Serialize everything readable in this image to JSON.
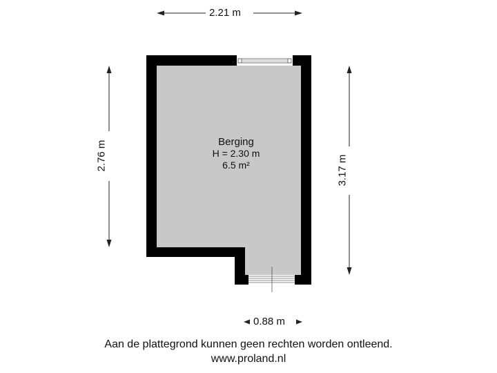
{
  "dimensions": {
    "top_width": "2.21 m",
    "left_height": "2.76 m",
    "right_height": "3.17 m",
    "bottom_width": "0.88 m"
  },
  "room": {
    "name": "Berging",
    "height": "H = 2.30 m",
    "area": "6.5 m²"
  },
  "footer": {
    "disclaimer": "Aan de plattegrond kunnen geen rechten worden ontleend.",
    "website": "www.proland.nl"
  },
  "colors": {
    "wall": "#000000",
    "floor": "#c8c8c8",
    "background": "#ffffff"
  }
}
